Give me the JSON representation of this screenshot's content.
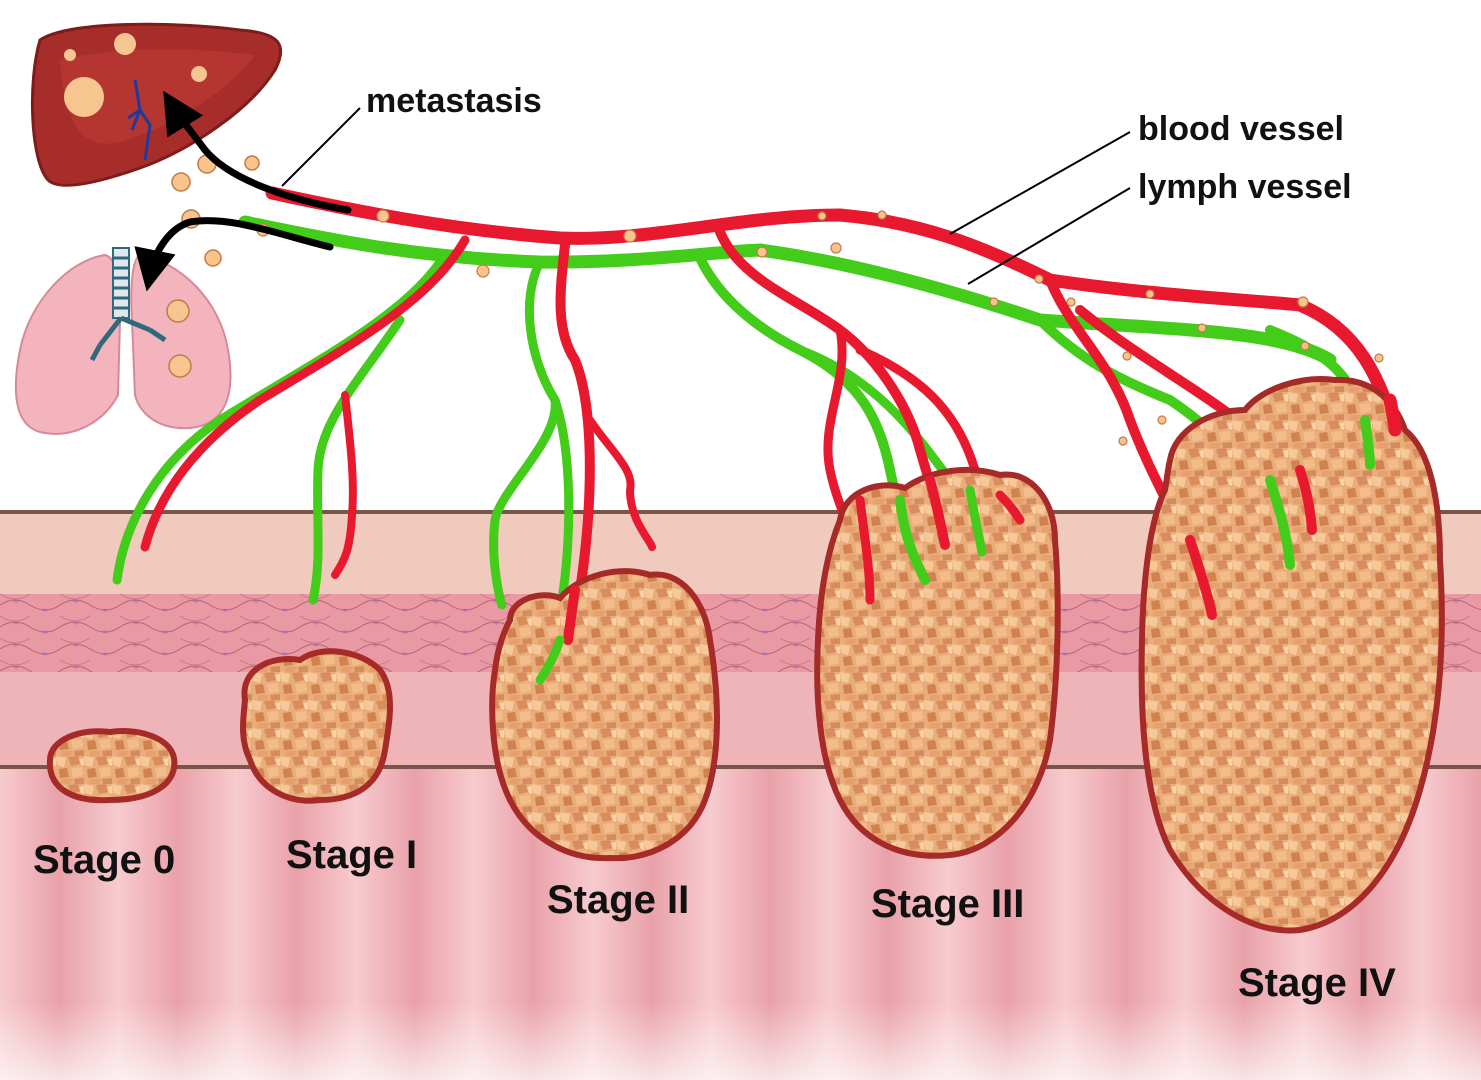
{
  "labels": {
    "metastasis": "metastasis",
    "blood_vessel": "blood vessel",
    "lymph_vessel": "lymph vessel"
  },
  "stages": [
    {
      "label": "Stage 0"
    },
    {
      "label": "Stage I"
    },
    {
      "label": "Stage II"
    },
    {
      "label": "Stage III"
    },
    {
      "label": "Stage IV"
    }
  ],
  "colors": {
    "blood_vessel": "#e8192f",
    "lymph_vessel": "#44cc1a",
    "tumor_fill": "#e9ad7b",
    "tumor_edge": "#b5302b",
    "liver": "#a62d2a",
    "lung": "#f3b4be",
    "mucosa": "#f0c9bc",
    "muscle": "#e5919d",
    "wall": "#f5c2c6",
    "metastatic_cell": "#f8c48c"
  },
  "icons": [
    "liver-icon",
    "lungs-icon",
    "metastasis-arrow-icon"
  ]
}
